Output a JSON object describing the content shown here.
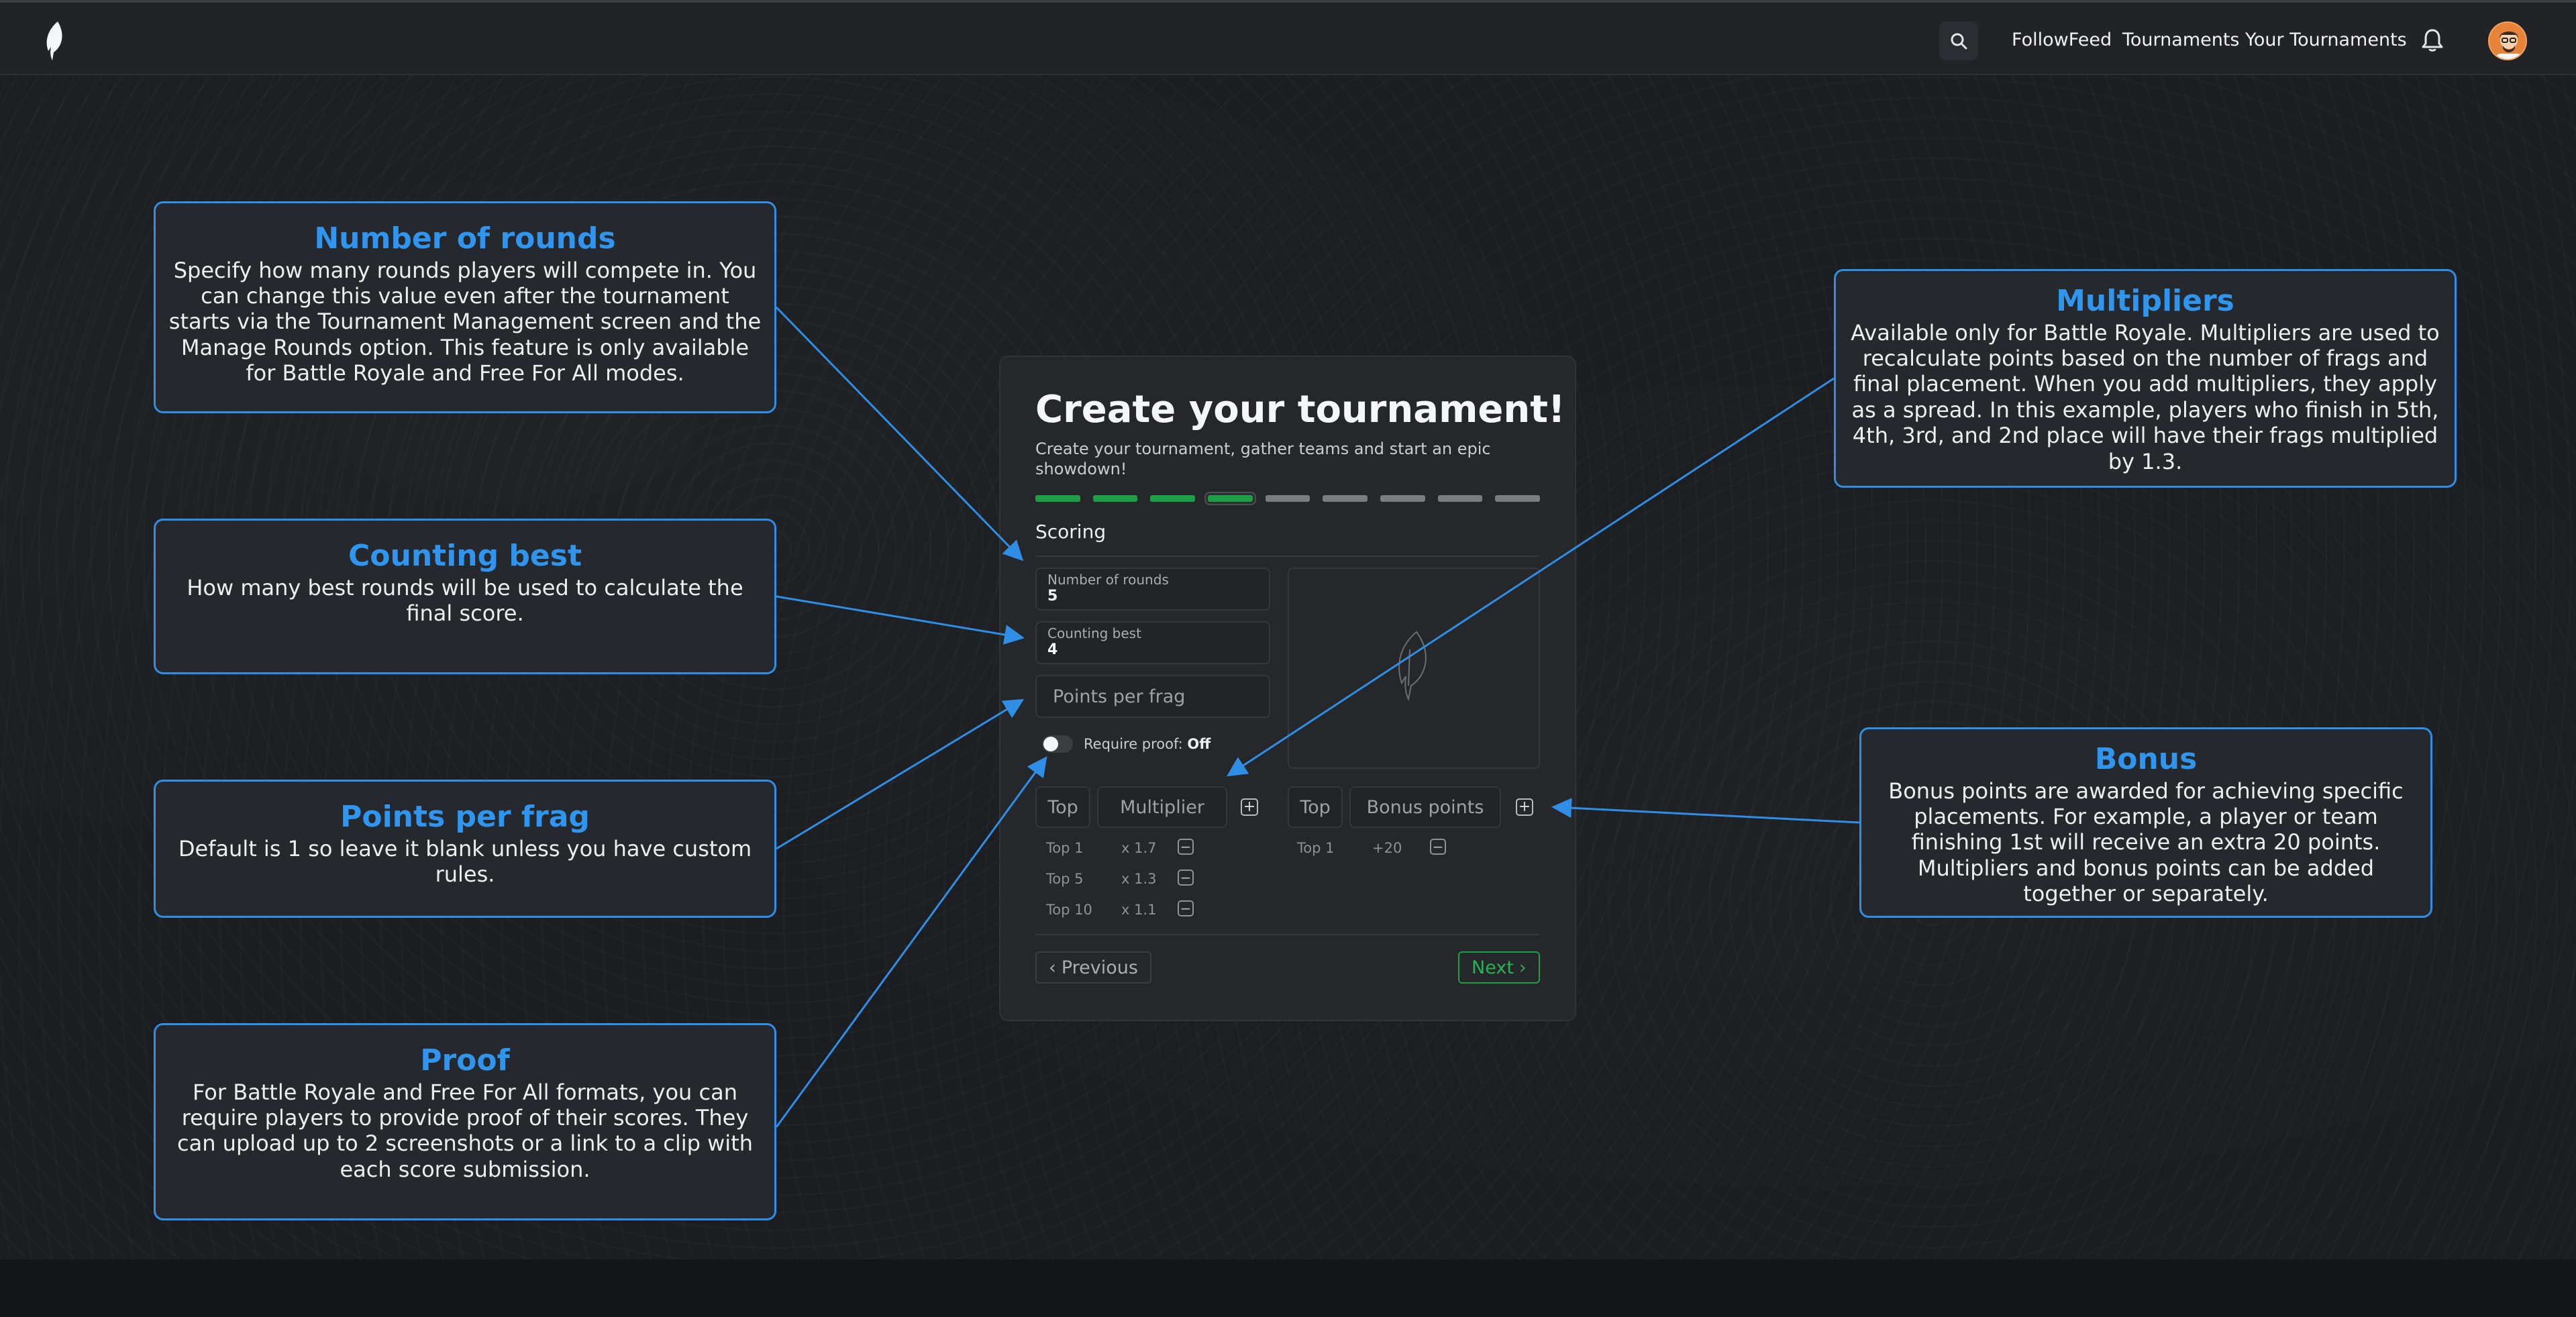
{
  "nav": {
    "links": [
      "FollowFeed",
      "Tournaments",
      "Your Tournaments"
    ]
  },
  "callouts": {
    "rounds": {
      "title": "Number of rounds",
      "text": "Specify how many rounds players will compete in. You can change this value even after the tournament starts via the Tournament Management screen and the Manage Rounds option. This feature is only available for Battle Royale and Free For All modes."
    },
    "counting": {
      "title": "Counting best",
      "text": "How many best rounds will be used to calculate the final score."
    },
    "frag": {
      "title": "Points per frag",
      "text": "Default is 1 so leave it blank unless you have custom rules."
    },
    "proof": {
      "title": "Proof",
      "text": "For Battle Royale and Free For All formats, you can require players to provide proof of their scores. They can upload up to 2 screenshots or a link to a clip with each score submission."
    },
    "multipliers": {
      "title": "Multipliers",
      "text": "Available only for Battle Royale. Multipliers are used to recalculate points based on the number of frags and final placement. When you add multipliers, they apply as a spread. In this example, players who finish in 5th, 4th, 3rd, and 2nd place will have their frags multiplied by 1.3."
    },
    "bonus": {
      "title": "Bonus",
      "text": "Bonus points are awarded for achieving specific placements. For example, a player or team finishing 1st will receive an extra 20 points. Multipliers and bonus points can be added together or separately."
    }
  },
  "card": {
    "title": "Create your tournament!",
    "subtitle": "Create your tournament, gather teams and start an epic showdown!",
    "section": "Scoring",
    "rounds_label": "Number of rounds",
    "rounds_value": "5",
    "counting_label": "Counting best",
    "counting_value": "4",
    "frag_placeholder": "Points per frag",
    "proof_label": "Require proof:",
    "proof_state": "Off",
    "multiplier": {
      "top_placeholder": "Top",
      "value_placeholder": "Multiplier",
      "rows": [
        {
          "place": "Top 1",
          "value": "x 1.7"
        },
        {
          "place": "Top 5",
          "value": "x 1.3"
        },
        {
          "place": "Top 10",
          "value": "x 1.1"
        }
      ]
    },
    "bonus": {
      "top_placeholder": "Top",
      "value_placeholder": "Bonus points",
      "rows": [
        {
          "place": "Top 1",
          "value": "+20"
        }
      ]
    },
    "prev_label": "Previous",
    "next_label": "Next",
    "steps_total": 9,
    "step_current": 4
  },
  "colors": {
    "accent": "#2f8ee6",
    "success": "#1f9e48",
    "avatar": "#e8833a"
  }
}
